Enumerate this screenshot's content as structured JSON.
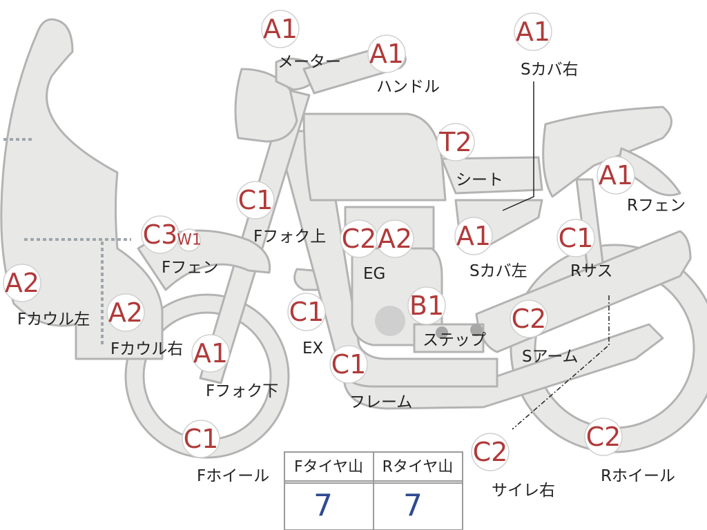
{
  "badges": {
    "meter": "A1",
    "handle": "A1",
    "s_cover_right": "A1",
    "seat": "T2",
    "r_fender": "A1",
    "f_fork_upper": "C1",
    "f_fender": "C3",
    "f_fender_sub": "W1",
    "eg_c2": "C2",
    "eg_a2": "A2",
    "s_cover_left": "A1",
    "r_sus": "C1",
    "f_cowl_left": "A2",
    "f_cowl_right": "A2",
    "ex": "C1",
    "step": "B1",
    "s_arm": "C2",
    "f_fork_lower": "A1",
    "frame": "C1",
    "f_wheel": "C1",
    "silencer_right": "C2",
    "r_wheel": "C2"
  },
  "labels": {
    "meter": "メーター",
    "handle": "ハンドル",
    "s_cover_right": "Sカバ右",
    "seat": "シート",
    "r_fender": "Rフェン",
    "f_fork_upper": "Fフォク上",
    "f_fender": "Fフェン",
    "eg": "EG",
    "s_cover_left": "Sカバ左",
    "r_sus": "Rサス",
    "f_cowl_left": "Fカウル左",
    "f_cowl_right": "Fカウル右",
    "ex": "EX",
    "step": "ステップ",
    "s_arm": "Sアーム",
    "f_fork_lower": "Fフォク下",
    "frame": "フレーム",
    "f_wheel": "Fホイール",
    "silencer_right": "サイレ右",
    "r_wheel": "Rホイール"
  },
  "tire_table": {
    "front_header": "Fタイヤ山",
    "rear_header": "Rタイヤ山",
    "front_value": "7",
    "rear_value": "7"
  },
  "colors": {
    "badge_text": "#b03a3a",
    "part_fill": "#e8e8e6",
    "part_stroke": "#b3b3b3",
    "table_value": "#2f4a8f"
  }
}
